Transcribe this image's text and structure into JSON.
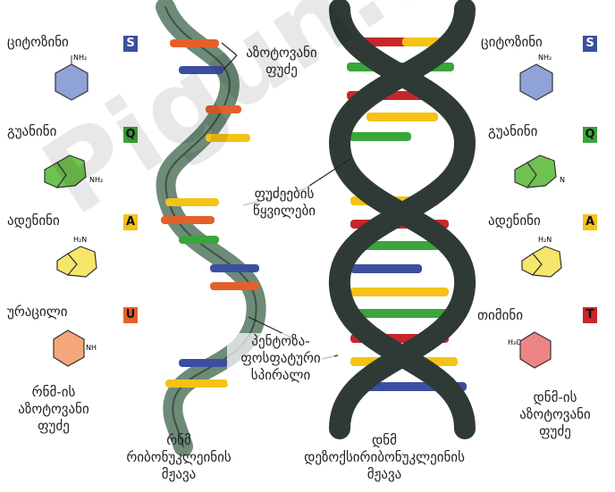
{
  "left_bases": [
    {
      "name": "ციტოზინი",
      "letter": "S",
      "color": "#3b4fa0",
      "mol_color": "#8fa3d9",
      "mol_label": "NH₂"
    },
    {
      "name": "გუანინი",
      "letter": "Q",
      "color": "#3aa53a",
      "mol_color": "#6fc24f",
      "mol_label": "NH₂"
    },
    {
      "name": "ადენინი",
      "letter": "A",
      "color": "#f3c316",
      "mol_color": "#f6e66b",
      "mol_label": "H₂N"
    },
    {
      "name": "ურაცილი",
      "letter": "U",
      "color": "#e3602a",
      "mol_color": "#f4a77a",
      "mol_label": "NH"
    }
  ],
  "right_bases": [
    {
      "name": "ციტოზინი",
      "letter": "S",
      "color": "#3b4fa0",
      "mol_color": "#8fa3d9",
      "mol_label": "NH₂"
    },
    {
      "name": "გუანინი",
      "letter": "Q",
      "color": "#3aa53a",
      "mol_color": "#6fc24f",
      "mol_label": "N"
    },
    {
      "name": "ადენინი",
      "letter": "A",
      "color": "#f3c316",
      "mol_color": "#f6e66b",
      "mol_label": "H₂N"
    },
    {
      "name": "თიმინი",
      "letter": "T",
      "color": "#c8262b",
      "mol_color": "#ee8585",
      "mol_label": "H₃C"
    }
  ],
  "labels": {
    "rna_base_line1": "რნმ-ის",
    "rna_base_line2": "აზოტოვანი",
    "rna_base_line3": "ფუძე",
    "dna_base_line1": "დნმ-ის",
    "dna_base_line2": "აზოტოვანი",
    "dna_base_line3": "ფუძე",
    "nitrogen_base_line1": "აზოტოვანი",
    "nitrogen_base_line2": "ფუძე",
    "base_pairs_line1": "ფუძეების",
    "base_pairs_line2": "წყვილები",
    "backbone_line1": "პენტოზა-",
    "backbone_line2": "ფოსფატური",
    "backbone_line3": "სპირალი",
    "rna_title_line1": "რნმ",
    "rna_title_line2": "რიბონუკლეინის",
    "rna_title_line3": "მჟავა",
    "dna_title_line1": "დნმ",
    "dna_title_line2": "დეზოქსირიბონუკლეინის",
    "dna_title_line3": "მჟავა"
  },
  "watermark": "Pigun.de",
  "colors": {
    "rna_backbone": "#6e8b78",
    "dna_backbone": "#2f3a36",
    "cytosine": "#3b4fa0",
    "guanine": "#3aa53a",
    "adenine": "#f3c316",
    "uracil": "#e3602a",
    "thymine": "#c8262b"
  }
}
